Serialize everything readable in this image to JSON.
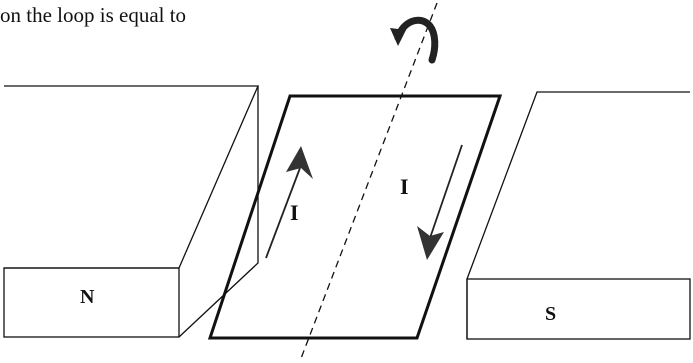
{
  "caption": "on the loop is equal to",
  "magnets": {
    "north_label": "N",
    "south_label": "S"
  },
  "loop": {
    "current_left_label": "I",
    "current_right_label": "I"
  }
}
